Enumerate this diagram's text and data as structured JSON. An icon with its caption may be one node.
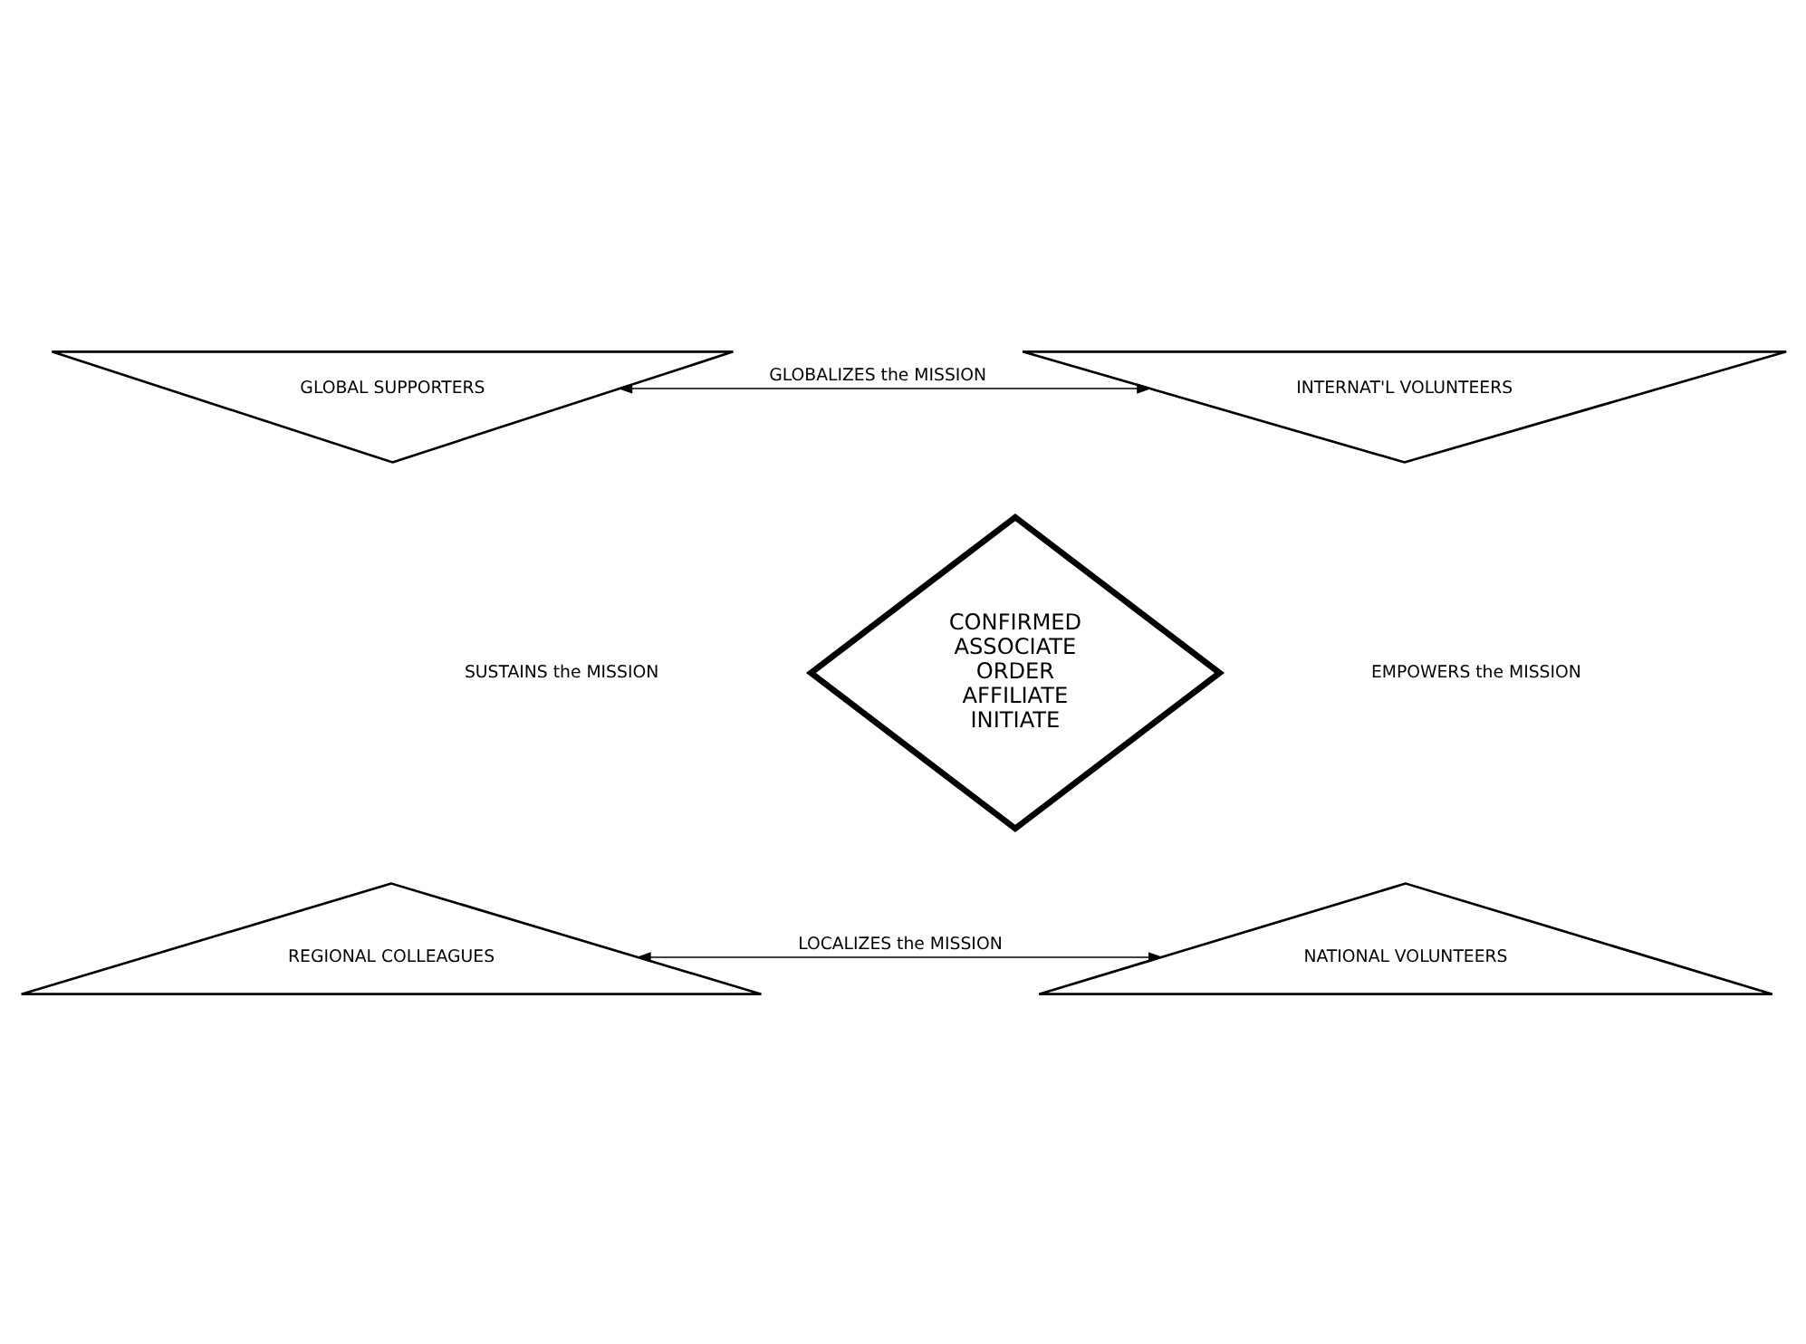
{
  "diagram": {
    "nodes": [
      {
        "text": [
          "CONFIRMED",
          "ASSOCIATE",
          "ORDER",
          "AFFILIATE",
          "INITIATE"
        ]
      },
      {
        "text": [
          "GLOBAL SUPPORTERS"
        ]
      },
      {
        "text": [
          "INTERNAT'L VOLUNTEERS"
        ]
      },
      {
        "text": [
          "REGIONAL COLLEAGUES"
        ]
      },
      {
        "text": [
          "NATIONAL VOLUNTEERS"
        ]
      }
    ],
    "edges": [
      {
        "from": 1,
        "to": 2,
        "arrow": "both",
        "label": "GLOBALIZES the MISSION"
      },
      {
        "from": 3,
        "to": 4,
        "arrow": "both",
        "label": "LOCALIZES the MISSION"
      }
    ],
    "labels": [
      "SUSTAINS the MISSION",
      "EMPOWERS the MISSION"
    ]
  }
}
